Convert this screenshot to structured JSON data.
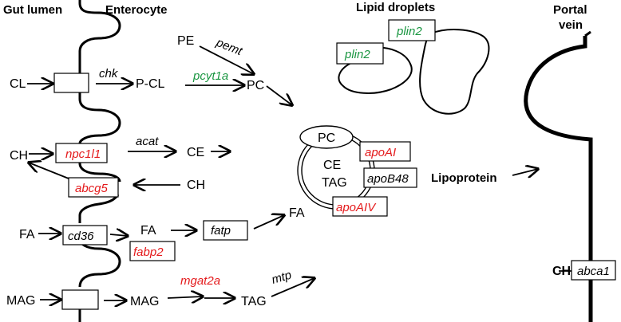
{
  "headers": {
    "gut_lumen": "Gut lumen",
    "enterocyte": "Enterocyte",
    "lipid_droplets": "Lipid droplets",
    "portal_vein_line1": "Portal",
    "portal_vein_line2": "vein"
  },
  "metabolites": {
    "cl": "CL",
    "pe": "PE",
    "p_cl": "P-CL",
    "pc": "PC",
    "ch_out": "CH",
    "ce": "CE",
    "ch_in": "CH",
    "fa_lumen": "FA",
    "fa_cell": "FA",
    "fa_out": "FA",
    "mag_lumen": "MAG",
    "mag_cell": "MAG",
    "tag": "TAG",
    "ch_portal": "CH"
  },
  "genes": {
    "chk": "chk",
    "pemt": "pemt",
    "pcyt1a": "pcyt1a",
    "npc1l1": "npc1l1",
    "acat": "acat",
    "abcg5": "abcg5",
    "cd36": "cd36",
    "fabp2": "fabp2",
    "fatp": "fatp",
    "mgat2a": "mgat2a",
    "mtp": "mtp",
    "plin2_a": "plin2",
    "plin2_b": "plin2",
    "abca1": "abca1"
  },
  "lipoprotein": {
    "label": "Lipoprotein",
    "surface": "PC",
    "core_line1": "CE",
    "core_line2": "TAG",
    "apoai": "apoAI",
    "apob48": "apoB48",
    "apoaiv": "apoAIV"
  },
  "colors": {
    "red_genes": "#e41a1c",
    "green_genes": "#1a9641",
    "black": "#000000"
  }
}
